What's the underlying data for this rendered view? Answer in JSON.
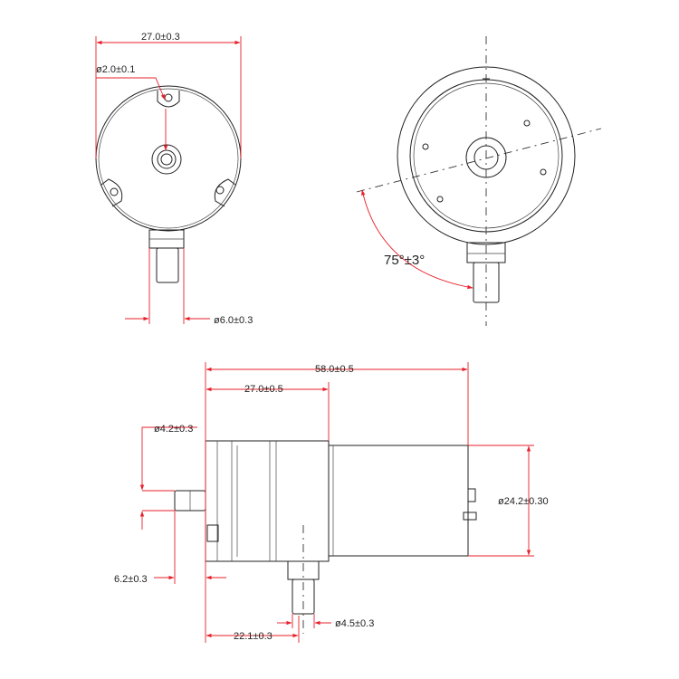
{
  "dimensions": {
    "front_width": "27.0±0.3",
    "hole_diameter": "ø2.0±0.1",
    "front_shaft_diameter": "ø6.0±0.3",
    "rotation_angle": "75°±3°",
    "total_length": "58.0±0.5",
    "body_length": "27.0±0.5",
    "inlet_diameter": "ø4.2±0.3",
    "inlet_length": "6.2±0.3",
    "motor_diameter": "ø24.2±0.30",
    "outlet_offset": "22.1±0.3",
    "outlet_diameter": "ø4.5±0.3"
  },
  "colors": {
    "dimension_lines": "#e8202a",
    "part_outline": "#222222"
  }
}
